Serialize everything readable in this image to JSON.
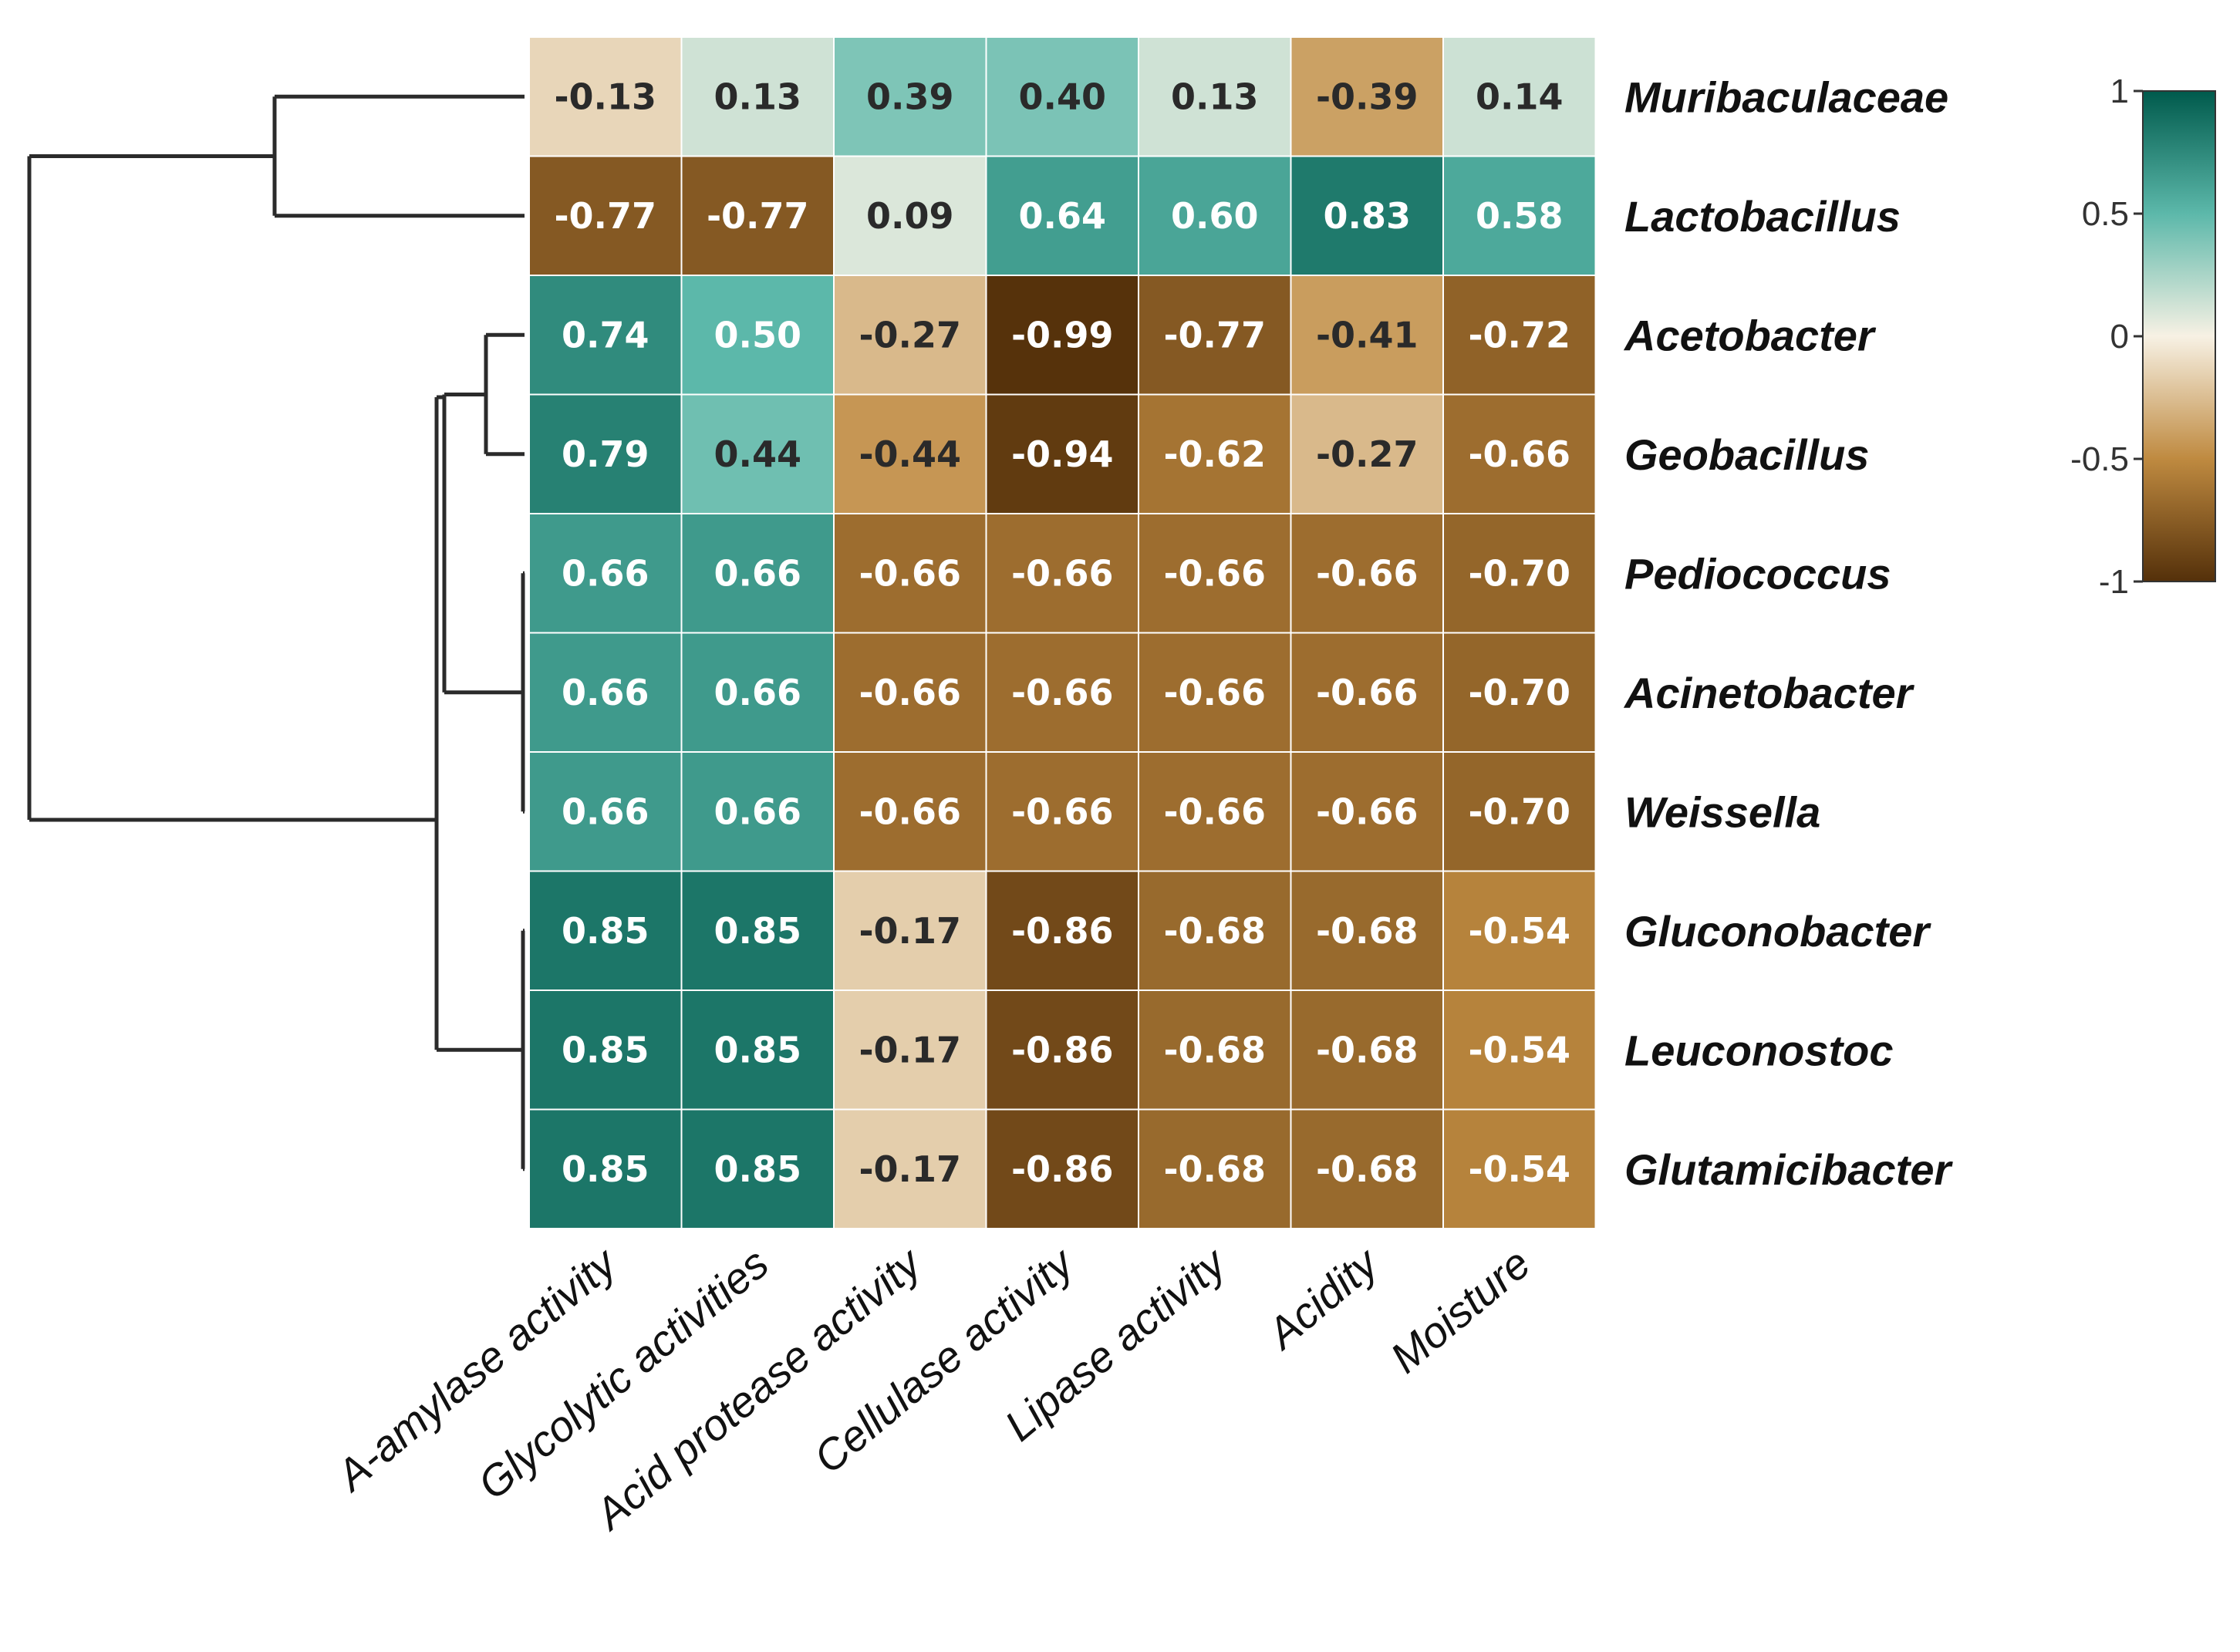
{
  "chart_data": {
    "type": "heatmap",
    "rows": [
      "Muribaculaceae",
      "Lactobacillus",
      "Acetobacter",
      "Geobacillus",
      "Pediococcus",
      "Acinetobacter",
      "Weissella",
      "Gluconobacter",
      "Leuconostoc",
      "Glutamicibacter"
    ],
    "columns": [
      "A-amylase activity",
      "Glycolytic activities",
      "Acid protease activity",
      "Cellulase activity",
      "Lipase activity",
      "Acidity",
      "Moisture"
    ],
    "values": [
      [
        -0.13,
        0.13,
        0.39,
        0.4,
        0.13,
        -0.39,
        0.14
      ],
      [
        -0.77,
        -0.77,
        0.09,
        0.64,
        0.6,
        0.83,
        0.58
      ],
      [
        0.74,
        0.5,
        -0.27,
        -0.99,
        -0.77,
        -0.41,
        -0.72
      ],
      [
        0.79,
        0.44,
        -0.44,
        -0.94,
        -0.62,
        -0.27,
        -0.66
      ],
      [
        0.66,
        0.66,
        -0.66,
        -0.66,
        -0.66,
        -0.66,
        -0.7
      ],
      [
        0.66,
        0.66,
        -0.66,
        -0.66,
        -0.66,
        -0.66,
        -0.7
      ],
      [
        0.66,
        0.66,
        -0.66,
        -0.66,
        -0.66,
        -0.66,
        -0.7
      ],
      [
        0.85,
        0.85,
        -0.17,
        -0.86,
        -0.68,
        -0.68,
        -0.54
      ],
      [
        0.85,
        0.85,
        -0.17,
        -0.86,
        -0.68,
        -0.68,
        -0.54
      ],
      [
        0.85,
        0.85,
        -0.17,
        -0.86,
        -0.68,
        -0.68,
        -0.54
      ]
    ],
    "cell_labels": [
      [
        "-0.13",
        "0.13",
        "0.39",
        "0.40",
        "0.13",
        "-0.39",
        "0.14"
      ],
      [
        "-0.77",
        "-0.77",
        "0.09",
        "0.64",
        "0.60",
        "0.83",
        "0.58"
      ],
      [
        "0.74",
        "0.50",
        "-0.27",
        "-0.99",
        "-0.77",
        "-0.41",
        "-0.72"
      ],
      [
        "0.79",
        "0.44",
        "-0.44",
        "-0.94",
        "-0.62",
        "-0.27",
        "-0.66"
      ],
      [
        "0.66",
        "0.66",
        "-0.66",
        "-0.66",
        "-0.66",
        "-0.66",
        "-0.70"
      ],
      [
        "0.66",
        "0.66",
        "-0.66",
        "-0.66",
        "-0.66",
        "-0.66",
        "-0.70"
      ],
      [
        "0.66",
        "0.66",
        "-0.66",
        "-0.66",
        "-0.66",
        "-0.66",
        "-0.70"
      ],
      [
        "0.85",
        "0.85",
        "-0.17",
        "-0.86",
        "-0.68",
        "-0.68",
        "-0.54"
      ],
      [
        "0.85",
        "0.85",
        "-0.17",
        "-0.86",
        "-0.68",
        "-0.68",
        "-0.54"
      ],
      [
        "0.85",
        "0.85",
        "-0.17",
        "-0.86",
        "-0.68",
        "-0.68",
        "-0.54"
      ]
    ],
    "color_scale": {
      "range": [
        -1,
        1
      ],
      "ticks": [
        1,
        0.5,
        0,
        -0.5,
        -1
      ],
      "tick_labels": [
        "1",
        "0.5",
        "0",
        "-0.5",
        "-1"
      ],
      "stops": [
        {
          "value": -1,
          "color": "#54300a"
        },
        {
          "value": -0.5,
          "color": "#bf8a40"
        },
        {
          "value": 0,
          "color": "#f7f1e4"
        },
        {
          "value": 0.5,
          "color": "#5cb8aa"
        },
        {
          "value": 1,
          "color": "#005a4c"
        }
      ]
    },
    "row_dendrogram": true,
    "legend_position": "top-right"
  }
}
